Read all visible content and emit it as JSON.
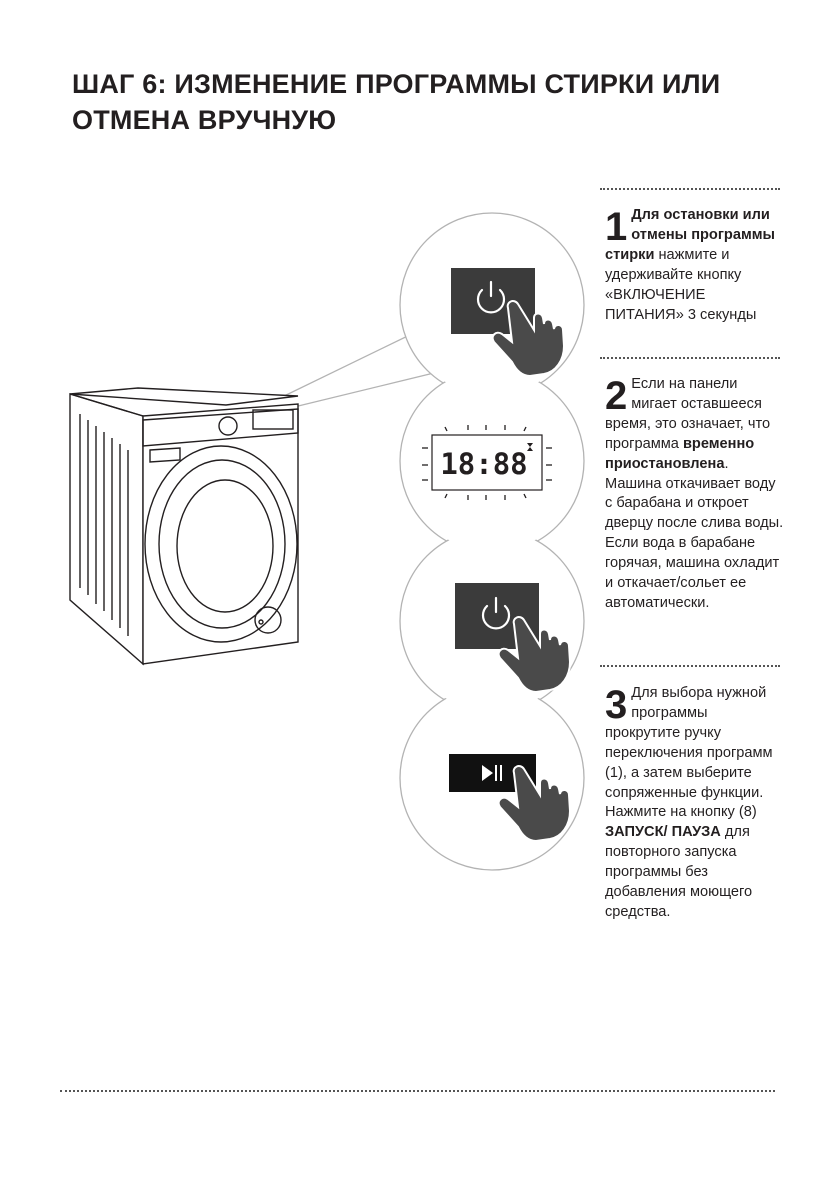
{
  "page": {
    "title_line1": "ШАГ 6: ИЗМЕНЕНИЕ ПРОГРАММЫ СТИРКИ ИЛИ",
    "title_line2": "ОТМЕНА ВРУЧНУЮ"
  },
  "display": {
    "time": "18:88"
  },
  "steps": [
    {
      "number": "1",
      "bold_1": "Для остановки или отмены программы стирки",
      "text_1": " нажмите и удерживайте кнопку «ВКЛЮЧЕНИЕ ПИТАНИЯ» 3 секунды"
    },
    {
      "number": "2",
      "text_1": "Если на панели мигает оставшееся время, это означает, что программа ",
      "bold_1": "временно приостановлена",
      "text_2": ". Машина откачивает воду с барабана и откроет дверцу после слива воды. Если вода в барабане горячая, машина охладит и откачает/сольет ее автоматически."
    },
    {
      "number": "3",
      "text_1": "Для выбора нужной программы прокрутите ручку переключения программ (1), а затем выберите сопряженные функции. Нажмите на кнопку (8) ",
      "bold_1": "ЗАПУСК/ ПАУЗА",
      "text_2": " для повторного запуска программы без добавления моющего средства."
    }
  ],
  "colors": {
    "text": "#231f20",
    "panel": "#3b3b3b",
    "button_dark": "#111111",
    "line": "#b3b3b3"
  },
  "icons": [
    "power-icon",
    "hourglass-icon",
    "play-pause-icon",
    "hand-pointer-icon"
  ]
}
